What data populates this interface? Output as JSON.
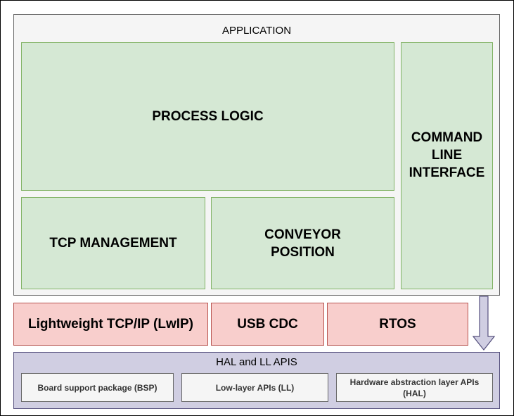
{
  "application": {
    "title": "APPLICATION",
    "process_logic": "PROCESS LOGIC",
    "tcp_management": "TCP MANAGEMENT",
    "conveyor_position": "CONVEYOR POSITION",
    "command_line_interface": "COMMAND LINE INTERFACE"
  },
  "middleware": {
    "lwip": "Lightweight TCP/IP (LwIP)",
    "usb_cdc": "USB CDC",
    "rtos": "RTOS"
  },
  "hal": {
    "title": "HAL and LL APIS",
    "bsp": "Board support package (BSP)",
    "ll": "Low-layer APIs (LL)",
    "hal_apis": "Hardware abstraction layer APIs (HAL)"
  },
  "colors": {
    "application_fill": "#f5f5f5",
    "green_fill": "#d5e8d4",
    "green_stroke": "#82b366",
    "red_fill": "#f8cecc",
    "red_stroke": "#b85450",
    "hal_fill": "#d0cee2",
    "hal_stroke": "#56517e"
  }
}
